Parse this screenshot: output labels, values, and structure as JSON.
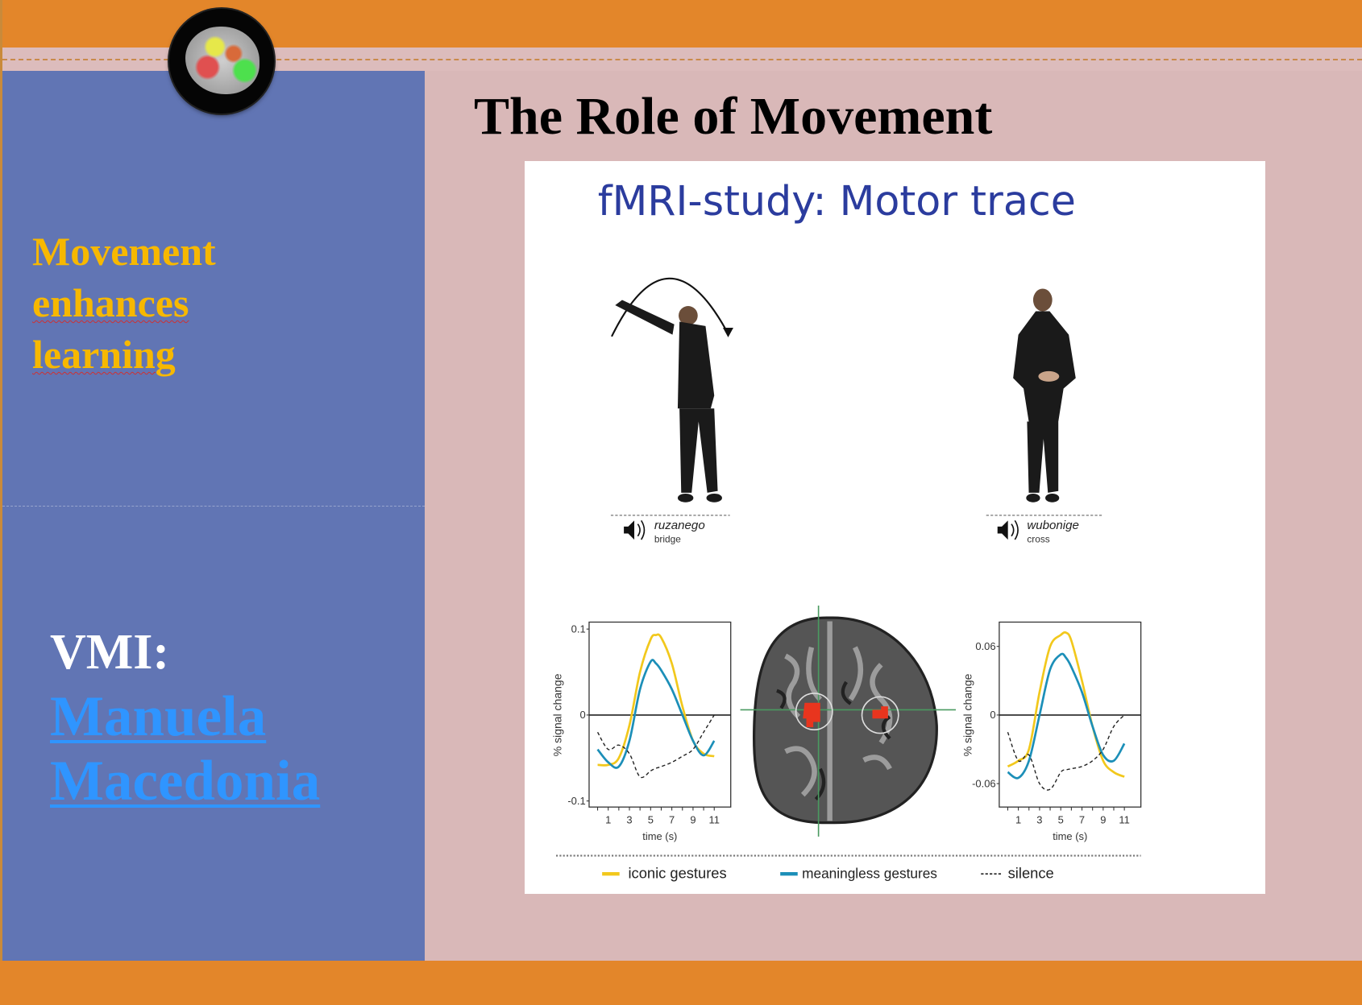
{
  "slide": {
    "title": "The Role of Movement",
    "colors": {
      "orange": "#e3862a",
      "pink": "#d9b8b8",
      "sidebar_blue": "#6175b4",
      "heading_yellow": "#f7b800",
      "link_blue": "#2f95ff"
    }
  },
  "logo": {
    "icon": "brain-logo-icon"
  },
  "sidebar": {
    "heading_lines": [
      "Movement",
      "enhances",
      "learning"
    ],
    "vmi_label": "VMI:",
    "author_lines": [
      "Manuela",
      "Macedonia"
    ]
  },
  "figure": {
    "title": "fMRI-study: Motor trace",
    "left_stimulus": {
      "word": "ruzanego",
      "translation": "bridge",
      "icon": "speaker-icon"
    },
    "right_stimulus": {
      "word": "wubonige",
      "translation": "cross",
      "icon": "speaker-icon"
    },
    "legend": [
      "iconic gestures",
      "meaningless gestures",
      "silence"
    ]
  },
  "chart_data": [
    {
      "type": "line",
      "title": "",
      "xlabel": "time (s)",
      "ylabel": "% signal change",
      "x_ticks": [
        1,
        3,
        5,
        7,
        9,
        11
      ],
      "y_ticks": [
        {
          "value": 0.1,
          "label": "0.1"
        },
        {
          "value": 0,
          "label": "0"
        },
        {
          "value": -0.1,
          "label": "-0.1"
        }
      ],
      "ylim": [
        -0.11,
        0.11
      ],
      "x": [
        0,
        1,
        2,
        3,
        4,
        5,
        5.5,
        6,
        7,
        8,
        9,
        10,
        11
      ],
      "series": [
        {
          "name": "iconic gestures",
          "color": "#f2c81c",
          "dash": false,
          "values": [
            -0.058,
            -0.058,
            -0.05,
            -0.012,
            0.05,
            0.088,
            0.093,
            0.09,
            0.06,
            0.01,
            -0.03,
            -0.045,
            -0.048
          ]
        },
        {
          "name": "meaningless gestures",
          "color": "#1c8fb8",
          "dash": false,
          "values": [
            -0.04,
            -0.055,
            -0.06,
            -0.03,
            0.03,
            0.062,
            0.06,
            0.052,
            0.03,
            0.0,
            -0.03,
            -0.047,
            -0.03
          ]
        },
        {
          "name": "silence",
          "color": "#222222",
          "dash": true,
          "values": [
            -0.02,
            -0.04,
            -0.035,
            -0.045,
            -0.072,
            -0.065,
            -0.062,
            -0.06,
            -0.055,
            -0.048,
            -0.04,
            -0.02,
            0.0
          ]
        }
      ]
    },
    {
      "type": "line",
      "title": "",
      "xlabel": "time (s)",
      "ylabel": "% signal change",
      "x_ticks": [
        1,
        3,
        5,
        7,
        9,
        11
      ],
      "y_ticks": [
        {
          "value": 0.06,
          "label": "0.06"
        },
        {
          "value": 0,
          "label": "0"
        },
        {
          "value": -0.06,
          "label": "-0.06"
        }
      ],
      "ylim": [
        -0.08,
        0.08
      ],
      "x": [
        0,
        1,
        2,
        3,
        4,
        5,
        5.5,
        6,
        7,
        8,
        9,
        10,
        11
      ],
      "series": [
        {
          "name": "iconic gestures",
          "color": "#f2c81c",
          "dash": false,
          "values": [
            -0.045,
            -0.04,
            -0.03,
            0.02,
            0.06,
            0.07,
            0.072,
            0.065,
            0.03,
            -0.01,
            -0.04,
            -0.05,
            -0.054
          ]
        },
        {
          "name": "meaningless gestures",
          "color": "#1c8fb8",
          "dash": false,
          "values": [
            -0.05,
            -0.055,
            -0.04,
            0.0,
            0.04,
            0.053,
            0.05,
            0.042,
            0.02,
            -0.01,
            -0.035,
            -0.04,
            -0.025
          ]
        },
        {
          "name": "silence",
          "color": "#222222",
          "dash": true,
          "values": [
            -0.015,
            -0.04,
            -0.035,
            -0.06,
            -0.065,
            -0.05,
            -0.048,
            -0.047,
            -0.045,
            -0.04,
            -0.03,
            -0.01,
            0.0
          ]
        }
      ]
    }
  ]
}
